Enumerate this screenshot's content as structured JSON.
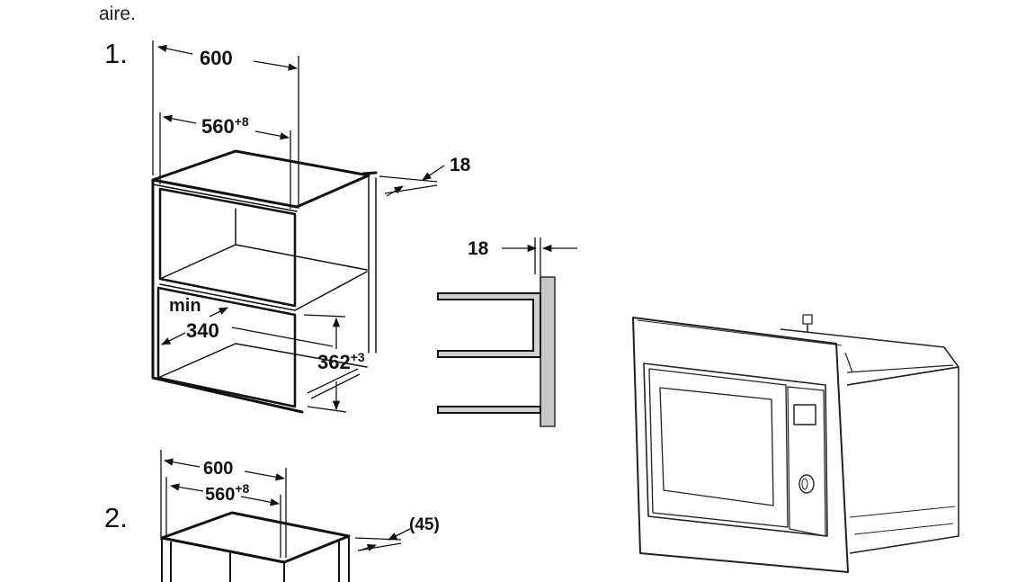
{
  "intro_text": "aire.",
  "step_1": {
    "number": "1.",
    "overall_width": "600",
    "inner_width": "560",
    "inner_width_tol": "+8",
    "panel_thickness": "18",
    "min_label": "min",
    "min_depth": "340",
    "niche_height": "362",
    "niche_height_tol": "+3"
  },
  "detail": {
    "side_thickness": "18"
  },
  "step_2": {
    "number": "2.",
    "overall_width": "600",
    "inner_width": "560",
    "inner_width_tol": "+8",
    "gap": "(45)"
  }
}
